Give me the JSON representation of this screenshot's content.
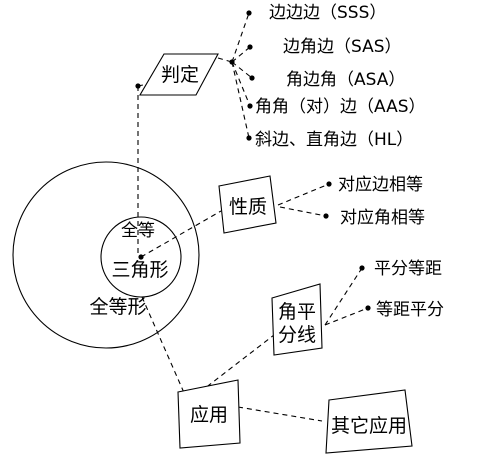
{
  "center": {
    "outer_label": "全等形",
    "inner_top": "全等",
    "inner_bottom": "三角形"
  },
  "nodes": {
    "judgement": "判定",
    "property": "性质",
    "bisector_line1": "角平",
    "bisector_line2": "分线",
    "application": "应用",
    "other_application": "其它应用"
  },
  "judgement_items": [
    "边边边（SSS）",
    "边角边（SAS）",
    "角边角（ASA）",
    "角角（对）边（AAS）",
    "斜边、直角边（HL）"
  ],
  "property_items": [
    "对应边相等",
    "对应角相等"
  ],
  "bisector_items": [
    "平分等距",
    "等距平分"
  ]
}
